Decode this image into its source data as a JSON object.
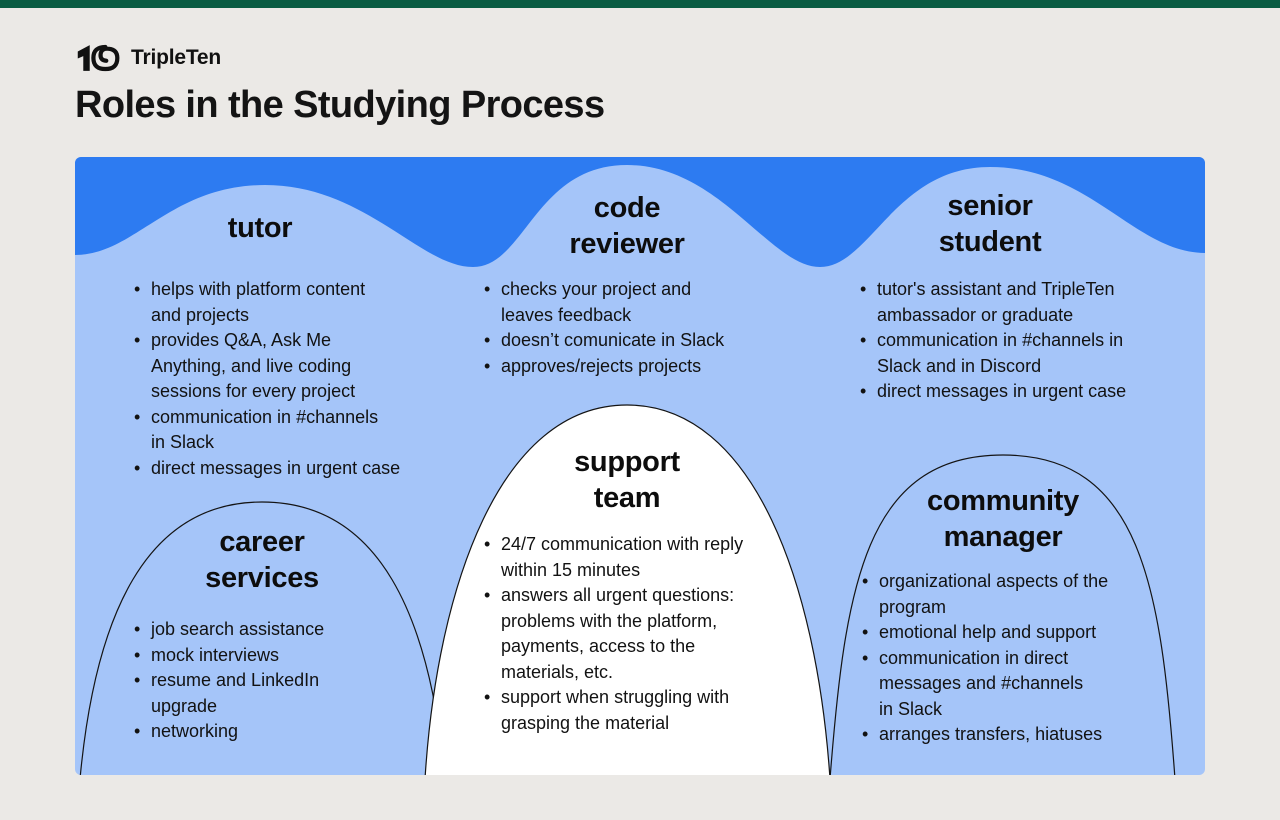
{
  "page": {
    "logo_text": "TripleTen",
    "title": "Roles in the Studying Process"
  },
  "colors": {
    "top_strip_green": "#0a5c43",
    "card_dark_blue": "#2d7bf1",
    "card_light_blue": "#a5c5f9",
    "dome_white": "#ffffff",
    "outline": "#141414",
    "background_gray": "#ebe9e6",
    "text": "#0d0d0d"
  },
  "roles": [
    {
      "id": "tutor",
      "title": "tutor",
      "items": [
        "helps with platform content\nand projects",
        "provides Q&A, Ask Me\nAnything, and live coding\nsessions for every project",
        "communication in #channels\nin Slack",
        "direct messages in urgent case"
      ]
    },
    {
      "id": "code-reviewer",
      "title": "code\nreviewer",
      "items": [
        "checks your project and\nleaves feedback",
        "doesn’t comunicate in Slack",
        "approves/rejects projects"
      ]
    },
    {
      "id": "senior-student",
      "title": "senior\nstudent",
      "items": [
        "tutor's assistant and TripleTen\nambassador or graduate",
        "communication in #channels in\nSlack and in Discord",
        "direct messages in urgent case"
      ]
    },
    {
      "id": "career-services",
      "title": "career\nservices",
      "items": [
        "job search assistance",
        "mock interviews",
        "resume and LinkedIn\nupgrade",
        "networking"
      ]
    },
    {
      "id": "support-team",
      "title": "support\nteam",
      "items": [
        "24/7 communication with reply\nwithin 15 minutes",
        "answers all urgent questions:\nproblems with the platform,\npayments, access to the\nmaterials, etc.",
        "support when struggling with\ngrasping the material"
      ]
    },
    {
      "id": "community-manager",
      "title": "community\nmanager",
      "items": [
        "organizational aspects of the\nprogram",
        "emotional help and support",
        "communication in direct\nmessages and #channels\nin Slack",
        "arranges transfers, hiatuses"
      ]
    }
  ]
}
